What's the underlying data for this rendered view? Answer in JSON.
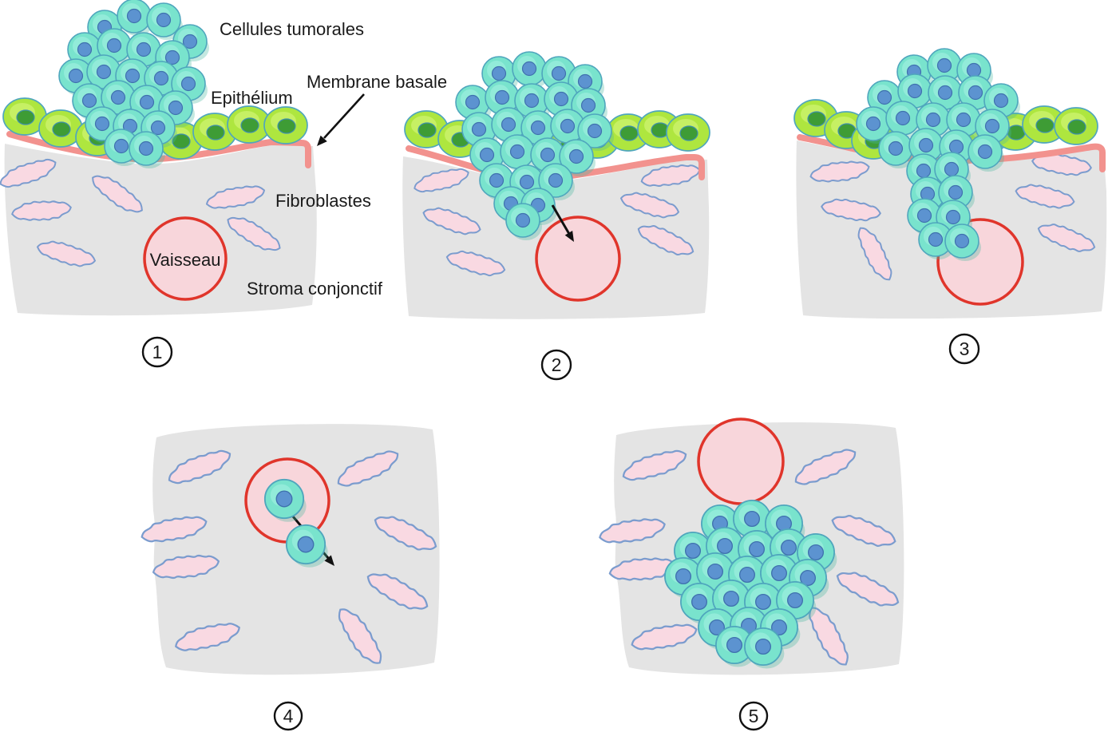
{
  "diagram": {
    "description": "Stages of tumor metastasis (French schematic)",
    "labels": {
      "tumor_cells": "Cellules tumorales",
      "basement_membrane": "Membrane basale",
      "epithelium": "Epithélium",
      "fibroblasts": "Fibroblastes",
      "vessel": "Vaisseau",
      "connective_stroma": "Stroma conjonctif"
    },
    "steps": [
      {
        "label": "1"
      },
      {
        "label": "2"
      },
      {
        "label": "3"
      },
      {
        "label": "4"
      },
      {
        "label": "5"
      }
    ],
    "colors": {
      "tumor_cell": "#79e3cd",
      "tumor_cell_outline": "#4fa6bd",
      "tumor_nucleus": "#5c93d0",
      "epithelial_cell": "#aee63f",
      "epithelial_nucleus": "#3e9c35",
      "basement_membrane": "#f2928e",
      "stroma": "#e4e4e4",
      "fibroblast_fill": "#f9d9e2",
      "fibroblast_outline": "#7b9cce",
      "vessel_fill": "#f8d6db",
      "vessel_outline": "#e0352b",
      "arrow": "#111111"
    }
  }
}
